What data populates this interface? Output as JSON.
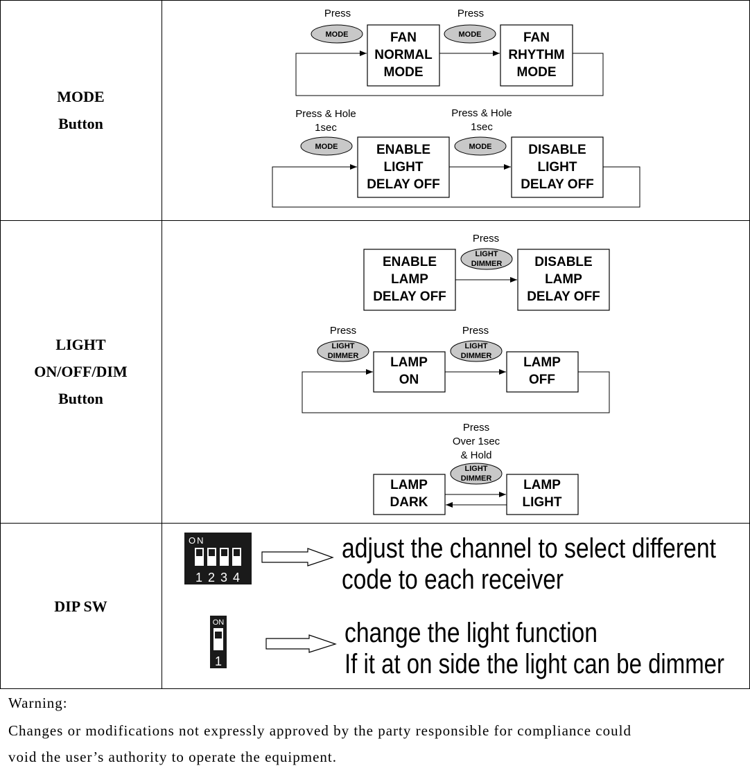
{
  "rows": [
    {
      "label_lines": [
        "MODE",
        "Button"
      ],
      "diagrams": [
        {
          "steps": [
            {
              "action": "Press",
              "button": "MODE",
              "state": [
                "FAN",
                "NORMAL",
                "MODE"
              ]
            },
            {
              "action": "Press",
              "button": "MODE",
              "state": [
                "FAN",
                "RHYTHM",
                "MODE"
              ]
            }
          ]
        },
        {
          "steps": [
            {
              "action": [
                "Press & Hole",
                "1sec"
              ],
              "button": "MODE",
              "state": [
                "ENABLE",
                "LIGHT",
                "DELAY OFF"
              ]
            },
            {
              "action": [
                "Press & Hole",
                "1sec"
              ],
              "button": "MODE",
              "state": [
                "DISABLE",
                "LIGHT",
                "DELAY OFF"
              ]
            }
          ]
        }
      ]
    },
    {
      "label_lines": [
        "LIGHT",
        "ON/OFF/DIM",
        "Button"
      ],
      "diagrams": [
        {
          "from": [
            "ENABLE",
            "LAMP",
            "DELAY OFF"
          ],
          "to": [
            "DISABLE",
            "LAMP",
            "DELAY OFF"
          ],
          "action": "Press",
          "button": [
            "LIGHT",
            "DIMMER"
          ]
        },
        {
          "steps": [
            {
              "action": "Press",
              "button": [
                "LIGHT",
                "DIMMER"
              ],
              "state": [
                "LAMP",
                "ON"
              ]
            },
            {
              "action": "Press",
              "button": [
                "LIGHT",
                "DIMMER"
              ],
              "state": [
                "LAMP",
                "OFF"
              ]
            }
          ]
        },
        {
          "from": [
            "LAMP",
            "DARK"
          ],
          "to": [
            "LAMP",
            "LIGHT"
          ],
          "action": [
            "Press",
            "Over 1sec",
            "& Hold"
          ],
          "button": [
            "LIGHT",
            "DIMMER"
          ]
        }
      ]
    },
    {
      "label_lines": [
        "DIP SW"
      ],
      "switches": [
        {
          "on_label": "ON",
          "numbers": [
            "1",
            "2",
            "3",
            "4"
          ],
          "description": [
            "adjust the channel to select different",
            "code to each receiver"
          ]
        },
        {
          "on_label": "ON",
          "numbers": [
            "1"
          ],
          "description": [
            "change the light function",
            "If it at on side the light can be dimmer"
          ]
        }
      ]
    }
  ],
  "warning": {
    "title": "Warning:",
    "lines": [
      "Changes or modifications not expressly approved by the party responsible for compliance could",
      "void the user’s authority to operate the equipment."
    ]
  },
  "colors": {
    "button_fill": "#c8c8c8",
    "switch_body": "#1a1a1a",
    "ink": "#000000"
  }
}
